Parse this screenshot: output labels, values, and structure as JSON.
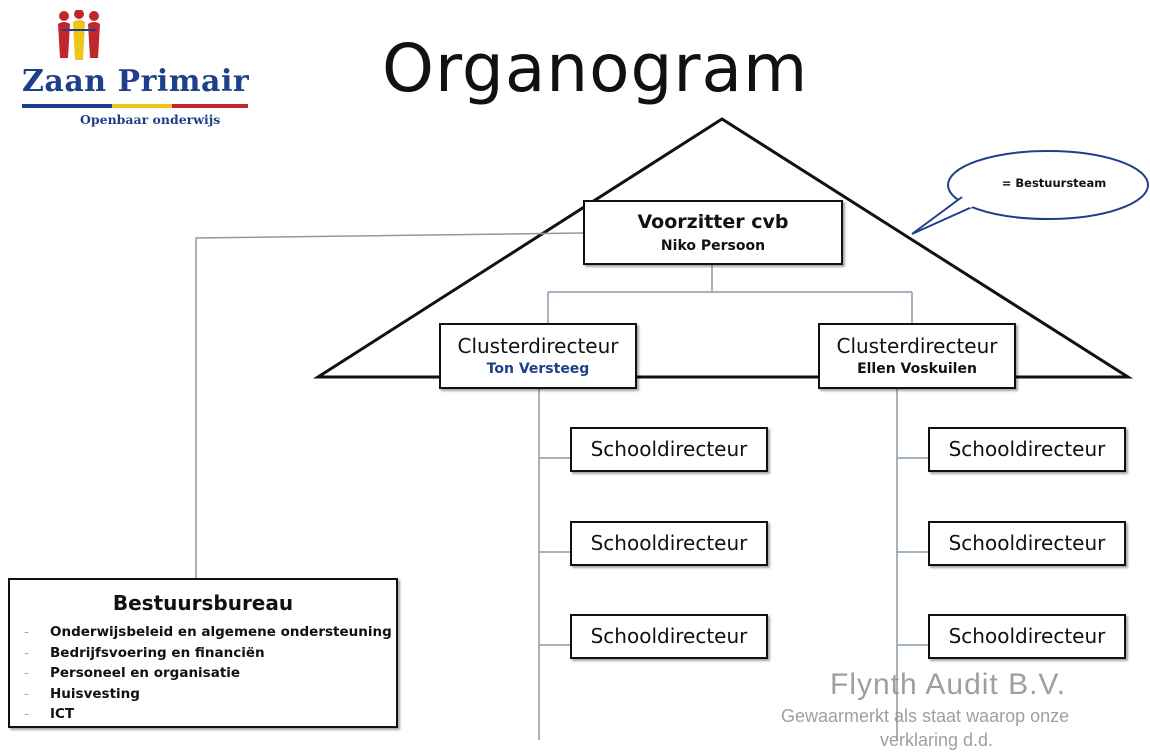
{
  "logo": {
    "name": "Zaan Primair",
    "subtitle": "Openbaar onderwijs",
    "colors": {
      "blue": "#1f3f8a",
      "red": "#c0272d",
      "yellow": "#f0c419"
    }
  },
  "title": "Organogram",
  "callout": {
    "text": "= Bestuursteam"
  },
  "chair": {
    "role": "Voorzitter cvb",
    "name": "Niko Persoon"
  },
  "clusters": [
    {
      "role": "Clusterdirecteur",
      "name": "Ton Versteeg"
    },
    {
      "role": "Clusterdirecteur",
      "name": "Ellen Voskuilen"
    }
  ],
  "schools_left": [
    "Schooldirecteur",
    "Schooldirecteur",
    "Schooldirecteur"
  ],
  "schools_right": [
    "Schooldirecteur",
    "Schooldirecteur",
    "Schooldirecteur"
  ],
  "bureau": {
    "title": "Bestuursbureau",
    "items": [
      "Onderwijsbeleid en algemene ondersteuning",
      "Bedrijfsvoering en financiën",
      "Personeel en organisatie",
      "Huisvesting",
      "ICT"
    ]
  },
  "watermark": {
    "line1": "Flynth Audit B.V.",
    "line2": "Gewaarmerkt als staat waarop onze",
    "line3": "verklaring d.d."
  },
  "colors": {
    "connector": "#8a9aa8",
    "outline": "#111111"
  }
}
